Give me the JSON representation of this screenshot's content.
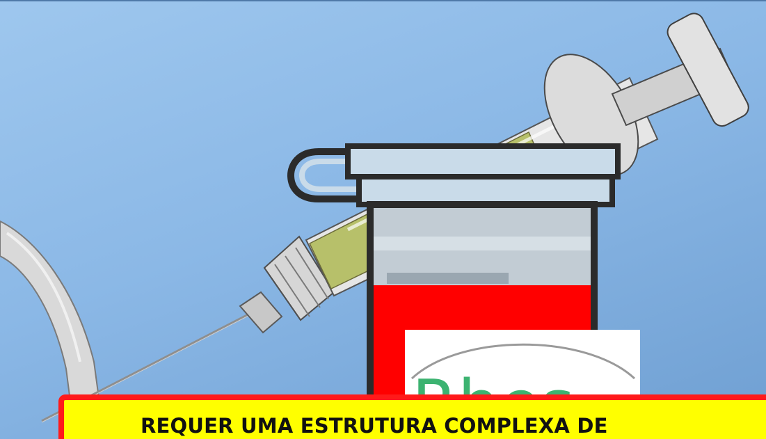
{
  "slide": {
    "banner_text": "REQUER UMA ESTRUTURA COMPLEXA DE",
    "logo_text": "Rhes"
  },
  "colors": {
    "background": "#8bb8e6",
    "banner_fill": "#ffff00",
    "banner_border": "#ff1a1a",
    "blood": "#ff0000",
    "logo_green": "#3cb371"
  },
  "icons": [
    "syringe-icon",
    "blood-collection-tube-icon",
    "tourniquet-icon",
    "logo-mark"
  ]
}
